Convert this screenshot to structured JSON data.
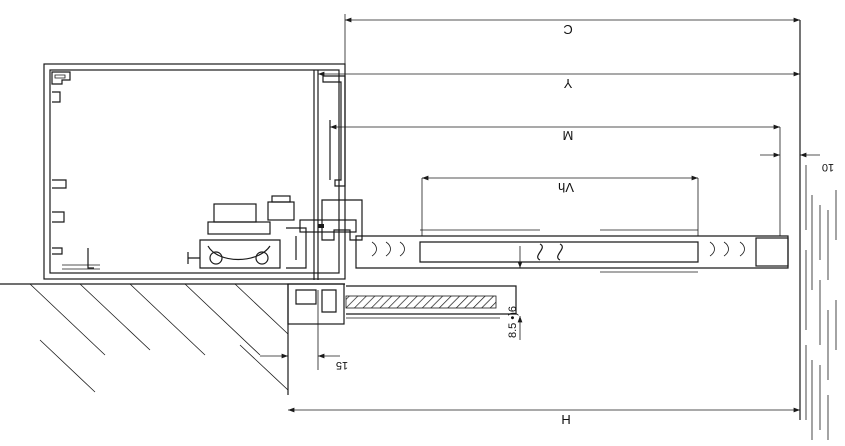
{
  "dimensions": {
    "C": "C",
    "Y": "Y",
    "M": "M",
    "Vh": "Vh",
    "H": "H",
    "ten": "10",
    "fifteen": "15",
    "gap": "8.5 •)6"
  }
}
